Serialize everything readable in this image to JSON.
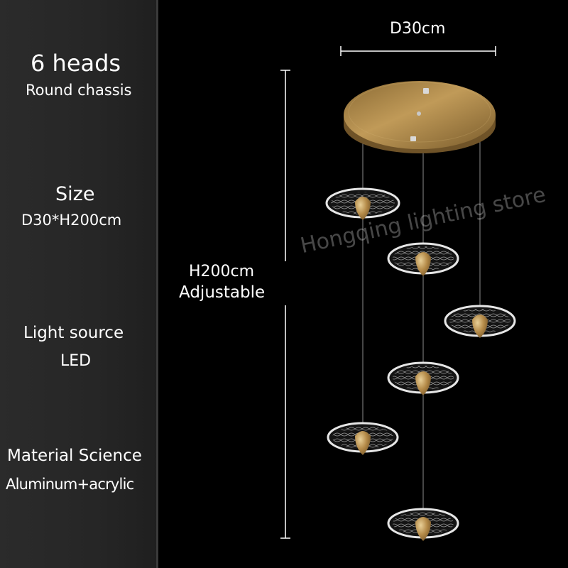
{
  "specs": {
    "heads": "6 heads",
    "chassis": "Round chassis",
    "size_label": "Size",
    "size_value": "D30*H200cm",
    "light_label": "Light source",
    "light_value": "LED",
    "material_label": "Material Science",
    "material_value": "Aluminum+acrylic"
  },
  "dimensions": {
    "diameter": "D30cm",
    "height": "H200cm",
    "adjustable": "Adjustable"
  },
  "watermark": "Hongqing lighting store",
  "colors": {
    "background": "#000000",
    "panel": "#262626",
    "brass": "#b08a4c",
    "text": "#ffffff"
  }
}
